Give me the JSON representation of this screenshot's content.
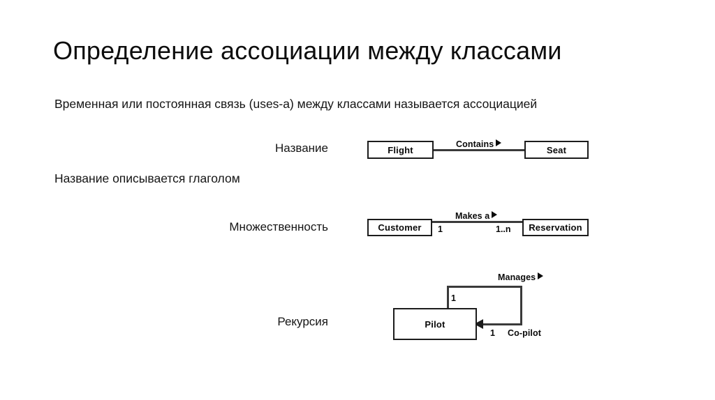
{
  "slide": {
    "title": "Определение ассоциации между классами",
    "intro_text": "Временная или постоянная связь (uses-a) между классами называется ассоциацией",
    "verb_note": "Название описывается глаголом"
  },
  "rows": {
    "name_caption": "Название",
    "multiplicity_caption": "Множественность",
    "recursion_caption": "Рекурсия"
  },
  "diagram_name": {
    "source_class": "Flight",
    "target_class": "Seat",
    "association_label": "Contains",
    "arrow_glyph": "▶"
  },
  "diagram_multiplicity": {
    "source_class": "Customer",
    "target_class": "Reservation",
    "association_label": "Makes a",
    "arrow_glyph": "▶",
    "source_multiplicity": "1",
    "target_multiplicity": "1..n"
  },
  "diagram_recursion": {
    "class_name": "Pilot",
    "association_label": "Manages",
    "arrow_glyph": "▶",
    "role_multiplicity_top": "1",
    "role_multiplicity_bottom": "1",
    "role_label": "Co-pilot"
  },
  "colors": {
    "background": "#ffffff",
    "text": "#151515",
    "box_border": "#1c1c1c",
    "line": "#3a3a3a"
  }
}
